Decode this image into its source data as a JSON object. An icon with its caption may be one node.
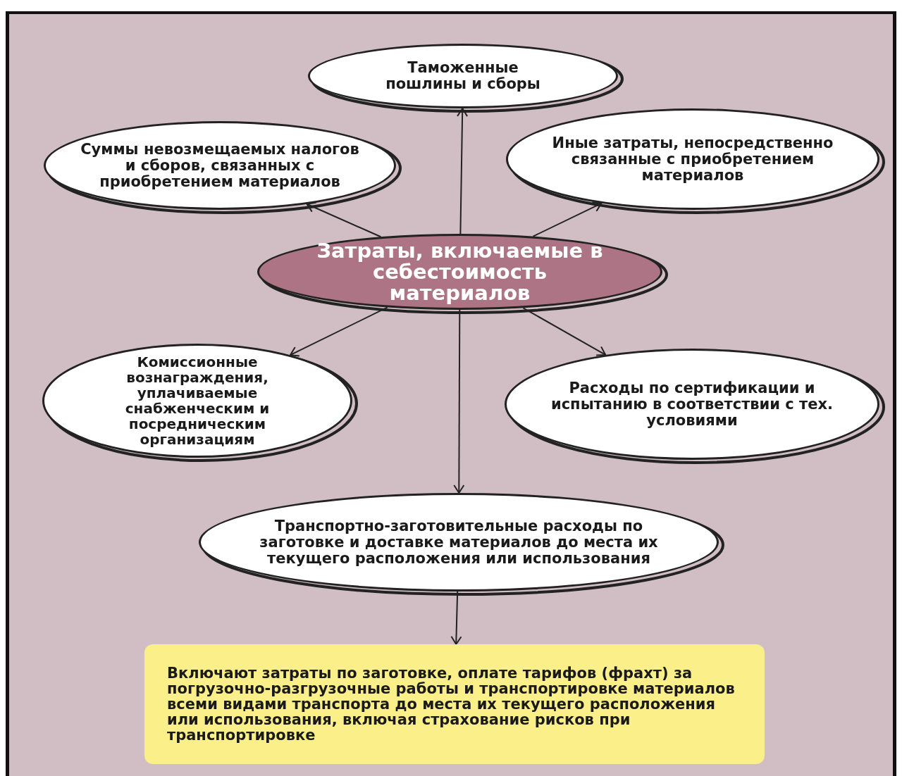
{
  "diagram": {
    "nodes": [
      {
        "text": [
          "Затраты, включаемые в себестоимость материалов"
        ]
      },
      {
        "text": [
          "Таможенные пошлины и сборы"
        ]
      },
      {
        "text": [
          "Суммы невозмещаемых налогов и сборов, связанных с приобретением материалов"
        ]
      },
      {
        "text": [
          "Иные затраты, непосредственно связанные с приобретением материалов"
        ]
      },
      {
        "text": [
          "Комиссионные вознаграждения, уплачиваемые снабженческим и посредническим организациям"
        ]
      },
      {
        "text": [
          "Расходы по сертификации и испытанию в соответствии с тех. условиями"
        ]
      },
      {
        "text": [
          "Транспортно-заготовительные расходы по заготовке и доставке материалов до места их текущего расположения или использования"
        ]
      },
      {
        "text": [
          "Включают затраты по заготовке, оплате тарифов (фрахт) за погрузочно-разгрузочные работы и транспортировке материалов всеми видами транспорта до места их текущего расположения или использования, включая страхование рисков при транспортировке"
        ]
      }
    ],
    "edges": [
      {
        "from": 0,
        "to": 1,
        "arrow": "to"
      },
      {
        "from": 0,
        "to": 2,
        "arrow": "to"
      },
      {
        "from": 0,
        "to": 3,
        "arrow": "to"
      },
      {
        "from": 0,
        "to": 4,
        "arrow": "to"
      },
      {
        "from": 0,
        "to": 5,
        "arrow": "to"
      },
      {
        "from": 0,
        "to": 6,
        "arrow": "to"
      },
      {
        "from": 6,
        "to": 7,
        "arrow": "to"
      }
    ]
  }
}
